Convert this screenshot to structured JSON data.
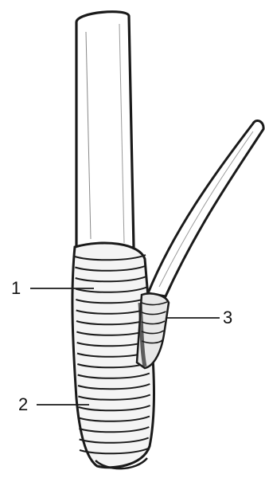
{
  "figure": {
    "callouts": [
      {
        "label": "1"
      },
      {
        "label": "2"
      },
      {
        "label": "3"
      }
    ],
    "colors": {
      "line": "#1a1a1a",
      "shading": "#555555",
      "paper": "#ffffff"
    }
  }
}
